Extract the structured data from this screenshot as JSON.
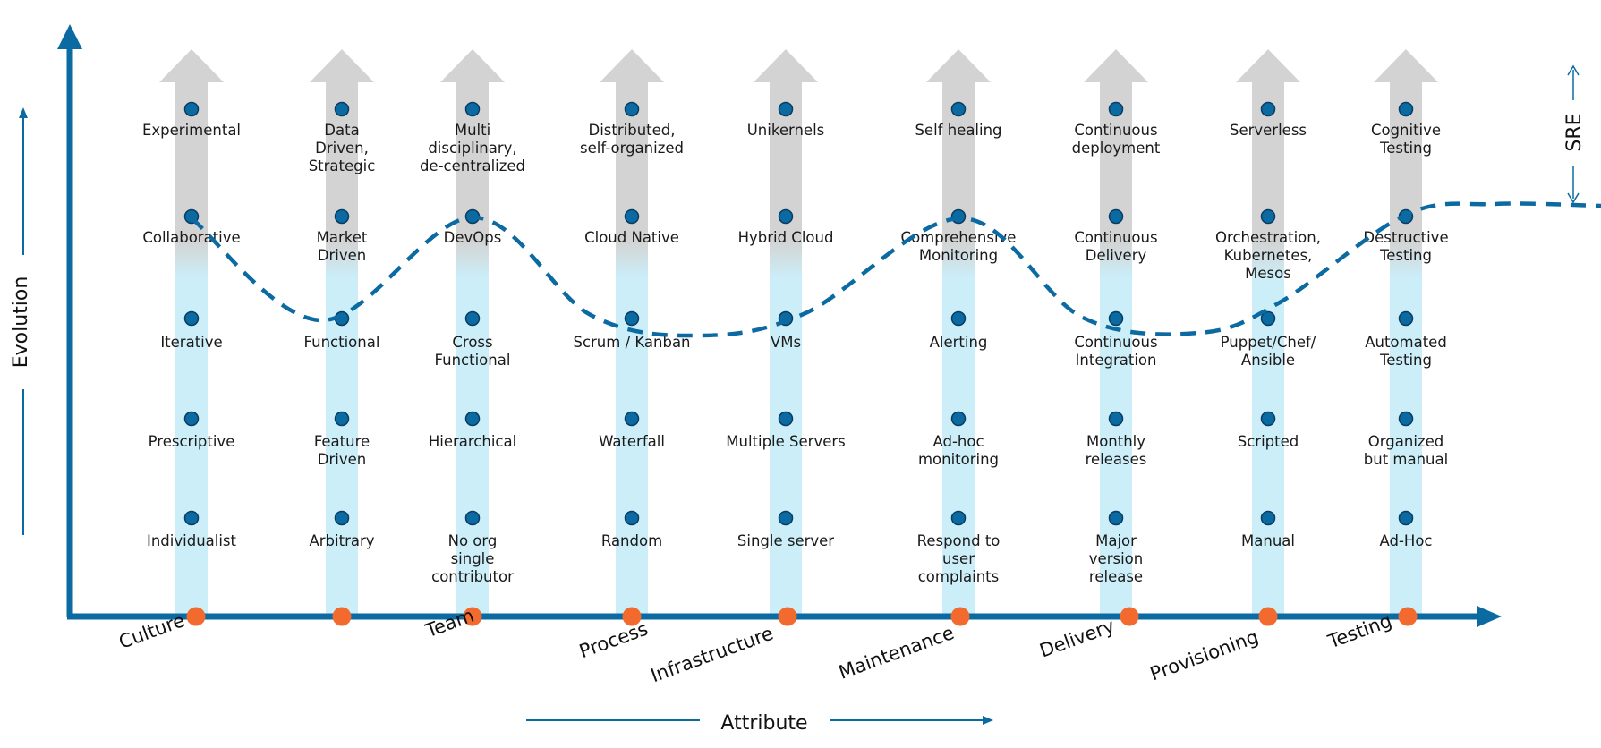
{
  "axes": {
    "y_title": "Evolution",
    "x_title": "Attribute",
    "side_label": "SRE"
  },
  "colors": {
    "axis": "#0b6aa1",
    "light_band": "#cbeef9",
    "gray_band": "#d3d3d3",
    "level_dot": "#0b6aa1",
    "category_dot": "#f36a2e",
    "curve": "#0b6aa1"
  },
  "levels": 5,
  "columns": [
    {
      "category": "Culture",
      "sre_level": 4,
      "items": [
        "Individualist",
        "Prescriptive",
        "Iterative",
        "Collaborative",
        "Experimental"
      ]
    },
    {
      "category": "",
      "sre_level": 3,
      "items": [
        "Arbitrary",
        "Feature Driven",
        "Functional",
        "Market Driven",
        "Data Driven, Strategic"
      ]
    },
    {
      "category": "Team",
      "sre_level": 4,
      "items": [
        "No org single contributor",
        "Hierarchical",
        "Cross Functional",
        "DevOps",
        "Multi disciplinary, de-centralized"
      ]
    },
    {
      "category": "Process",
      "sre_level": 3,
      "items": [
        "Random",
        "Waterfall",
        "Scrum / Kanban",
        "Cloud Native",
        "Distributed, self-organized"
      ]
    },
    {
      "category": "Infrastructure",
      "sre_level": 3,
      "items": [
        "Single server",
        "Multiple Servers",
        "VMs",
        "Hybrid Cloud",
        "Unikernels"
      ]
    },
    {
      "category": "Maintenance",
      "sre_level": 4,
      "items": [
        "Respond to user complaints",
        "Ad-hoc monitoring",
        "Alerting",
        "Comprehensive Monitoring",
        "Self healing"
      ]
    },
    {
      "category": "Delivery",
      "sre_level": 3,
      "items": [
        "Major version release",
        "Monthly releases",
        "Continuous Integration",
        "Continuous Delivery",
        "Continuous deployment"
      ]
    },
    {
      "category": "Provisioning",
      "sre_level": 3,
      "items": [
        "Manual",
        "Scripted",
        "Puppet/Chef/ Ansible",
        "Orchestration, Kubernetes, Mesos",
        "Serverless"
      ]
    },
    {
      "category": "Testing",
      "sre_level": 4,
      "items": [
        "Ad-Hoc",
        "Organized but manual",
        "Automated Testing",
        "Destructive Testing",
        "Cognitive Testing"
      ]
    }
  ]
}
